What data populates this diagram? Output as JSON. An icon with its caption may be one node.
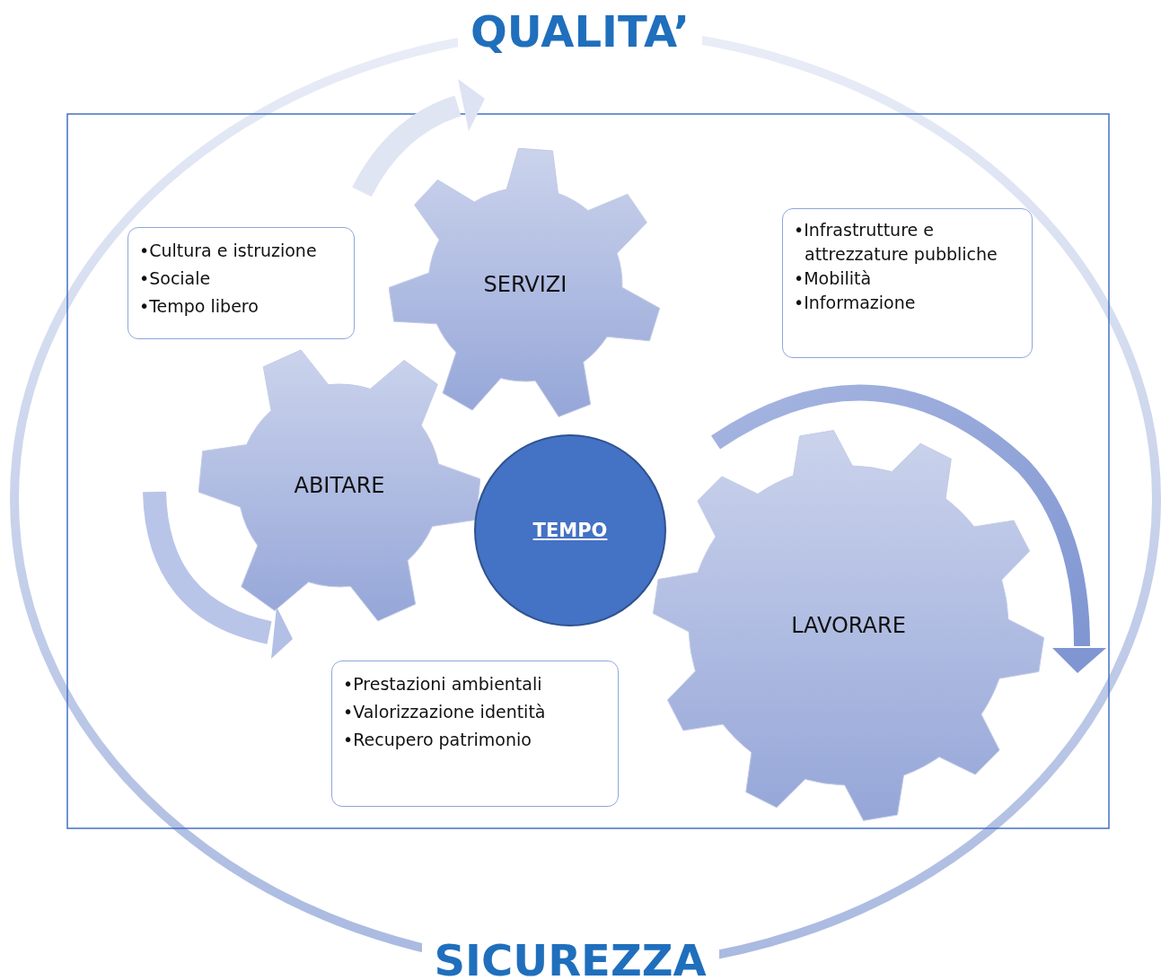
{
  "diagram": {
    "nodes": [
      {
        "text": [
          "•Cultura e istruzione",
          "•Sociale",
          "•Tempo libero"
        ]
      },
      {
        "text": [
          "SERVIZI"
        ]
      },
      {
        "text": [
          "•Infrastrutture e attrezzature pubbliche",
          "•Mobilità",
          "•Informazione"
        ]
      },
      {
        "text": [
          "ABITARE"
        ]
      },
      {
        "text": [
          "TEMPO"
        ]
      },
      {
        "text": [
          "LAVORARE"
        ]
      },
      {
        "text": [
          "•Prestazioni ambientali",
          "•Valorizzazione identità",
          "•Recupero patrimonio"
        ]
      }
    ],
    "edges": [],
    "labels": [
      "QUALITA’",
      "SICUREZZA"
    ]
  }
}
